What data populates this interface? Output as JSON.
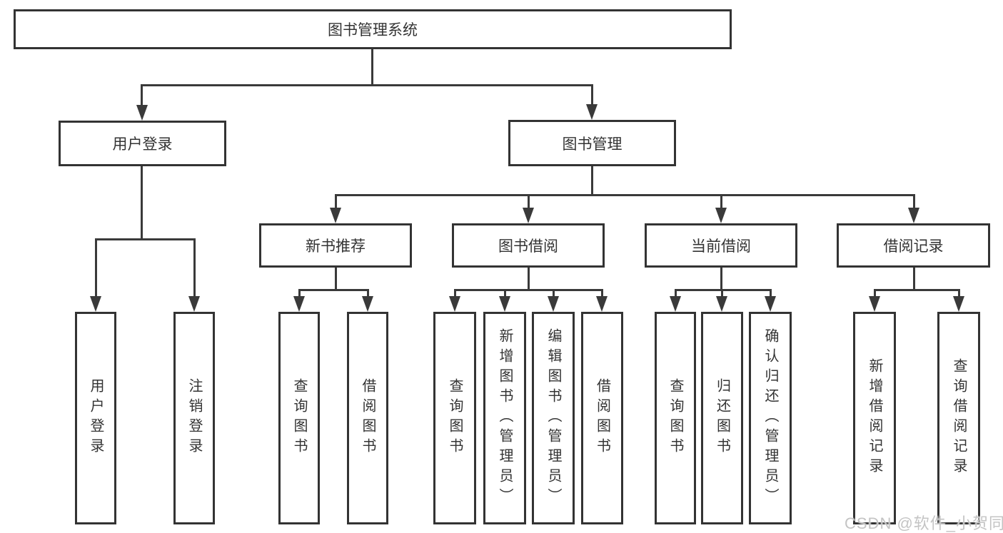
{
  "nodes": {
    "root": "图书管理系统",
    "user_login": "用户登录",
    "book_mgmt": "图书管理",
    "new_book_rec": "新书推荐",
    "book_borrow": "图书借阅",
    "current_borrow": "当前借阅",
    "borrow_records": "借阅记录",
    "leaf_user_login": "用户登录",
    "leaf_logout": "注销登录",
    "leaf_rec_query_books": "查询图书",
    "leaf_rec_borrow_books": "借阅图书",
    "leaf_bb_query_books": "查询图书",
    "leaf_bb_add_books_admin": "新增图书（管理员）",
    "leaf_bb_edit_books_admin": "编辑图书（管理员）",
    "leaf_bb_borrow_books": "借阅图书",
    "leaf_cur_query_books": "查询图书",
    "leaf_cur_return_books": "归还图书",
    "leaf_cur_confirm_return_admin": "确认归还（管理员）",
    "leaf_rc_add_record": "新增借阅记录",
    "leaf_rc_query_record": "查询借阅记录"
  },
  "watermark": {
    "text": "CSDN @软件_小贺同学"
  },
  "colors": {
    "line": "#3a3a3a",
    "border": "#333333",
    "text": "#333333",
    "watermark": "#c4c4c4",
    "background": "#ffffff"
  }
}
